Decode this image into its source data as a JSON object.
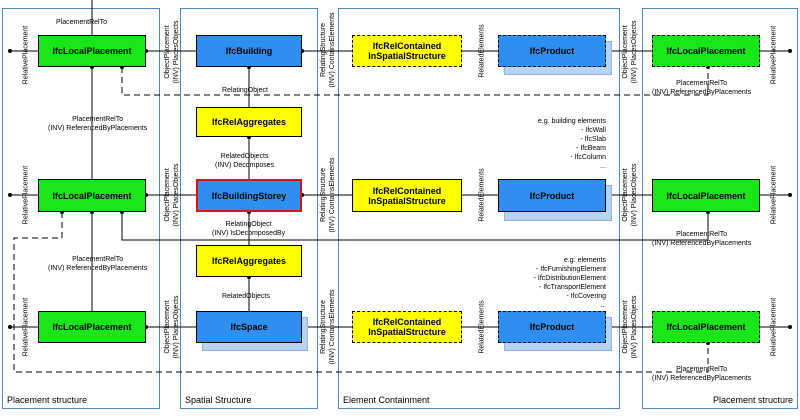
{
  "panels": {
    "placement_left": "Placement structure",
    "spatial": "Spatial Structure",
    "containment": "Element Containment",
    "placement_right": "Placement structure"
  },
  "nodes": {
    "local_placement": "IfcLocalPlacement",
    "building": "IfcBuilding",
    "building_storey": "IfcBuildingStorey",
    "space": "IfcSpace",
    "rel_aggregates": "IfcRelAggregates",
    "rel_contained_l1": "IfcRelContained",
    "rel_contained_l2": "InSpatialStructure",
    "product": "IfcProduct"
  },
  "labels": {
    "placement_rel_to": "PlacementRelTo",
    "inv_referenced_by": "(INV) ReferencedByPlacements",
    "relative_placement": "RelativePlacement",
    "object_placement": "ObjectPlacement",
    "inv_places_object": "(INV) PlacesObjects",
    "relating_structure": "RelatingStructure",
    "inv_contains_elements": "(INV) ContainsElements",
    "related_elements": "RelatedElements",
    "relating_object": "RelatingObject",
    "related_objects": "RelatedObjects",
    "inv_decomposes": "(INV) Decomposes",
    "inv_is_decomposed_by": "(INV) IsDecomposedBy"
  },
  "notes": {
    "building_elements": [
      "e.g. building elements",
      "- IfcWall",
      "- IfcSlab",
      "- IfcBeam",
      "- IfcColumn",
      "..."
    ],
    "elements": [
      "e.g. elements",
      "- IfcFurnishingElement",
      "- IfcDistributionElement",
      "- IfcTransportElement",
      "- IfcCovering",
      "..."
    ]
  },
  "colors": {
    "green": "#19e619",
    "blue": "#2f8ff0",
    "yellow": "#ffff00",
    "highlight_border": "#e01010",
    "panel_border": "#4f86c6"
  }
}
